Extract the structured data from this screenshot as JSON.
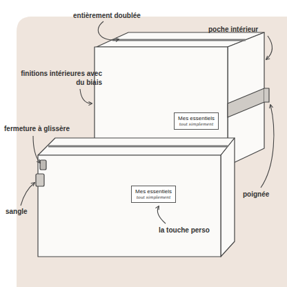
{
  "diagram": {
    "nodes": [
      {
        "text": [
          "Mes essentiels",
          "tout simplement"
        ]
      },
      {
        "text": [
          "Mes essentiels",
          "tout simplement"
        ]
      }
    ],
    "labels": [
      "entièrement doublée",
      "poche intérieur",
      "finitions intérieures avec du biais",
      "fermeture à glissère",
      "sangle",
      "poignée",
      "la touche perso"
    ]
  }
}
